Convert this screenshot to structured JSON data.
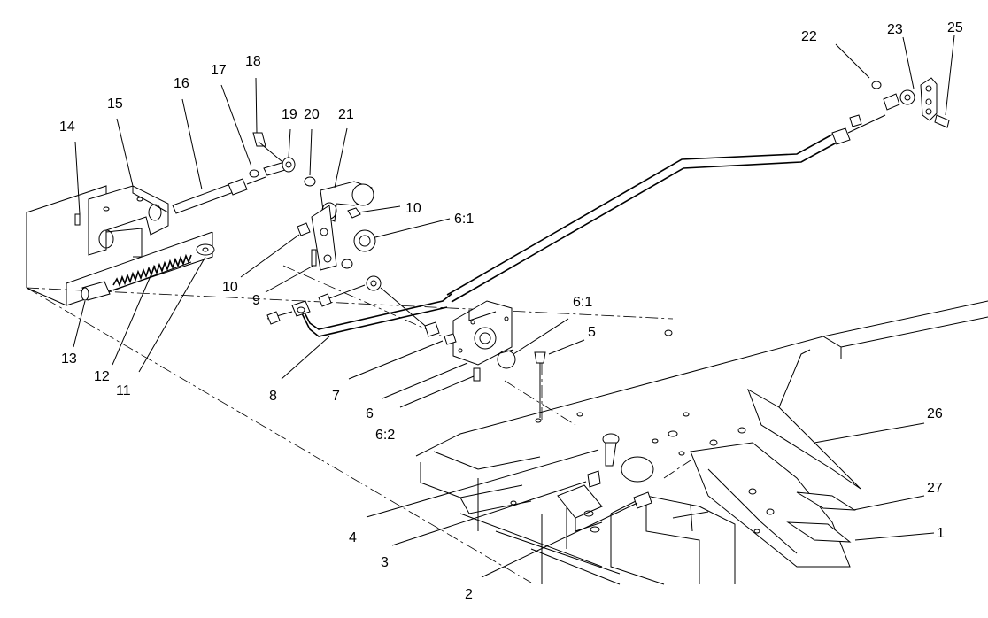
{
  "callouts": [
    {
      "id": "c14",
      "label": "14"
    },
    {
      "id": "c15",
      "label": "15"
    },
    {
      "id": "c16",
      "label": "16"
    },
    {
      "id": "c17",
      "label": "17"
    },
    {
      "id": "c18",
      "label": "18"
    },
    {
      "id": "c19",
      "label": "19"
    },
    {
      "id": "c20",
      "label": "20"
    },
    {
      "id": "c21",
      "label": "21"
    },
    {
      "id": "c10a",
      "label": "10"
    },
    {
      "id": "c61a",
      "label": "6:1"
    },
    {
      "id": "c10b",
      "label": "10"
    },
    {
      "id": "c9",
      "label": "9"
    },
    {
      "id": "c13",
      "label": "13"
    },
    {
      "id": "c12",
      "label": "12"
    },
    {
      "id": "c11",
      "label": "11"
    },
    {
      "id": "c8",
      "label": "8"
    },
    {
      "id": "c7",
      "label": "7"
    },
    {
      "id": "c6",
      "label": "6"
    },
    {
      "id": "c62",
      "label": "6:2"
    },
    {
      "id": "c61b",
      "label": "6:1"
    },
    {
      "id": "c5",
      "label": "5"
    },
    {
      "id": "c22",
      "label": "22"
    },
    {
      "id": "c23",
      "label": "23"
    },
    {
      "id": "c25",
      "label": "25"
    },
    {
      "id": "c26",
      "label": "26"
    },
    {
      "id": "c27",
      "label": "27"
    },
    {
      "id": "c1",
      "label": "1"
    },
    {
      "id": "c4",
      "label": "4"
    },
    {
      "id": "c3",
      "label": "3"
    },
    {
      "id": "c2",
      "label": "2"
    }
  ]
}
